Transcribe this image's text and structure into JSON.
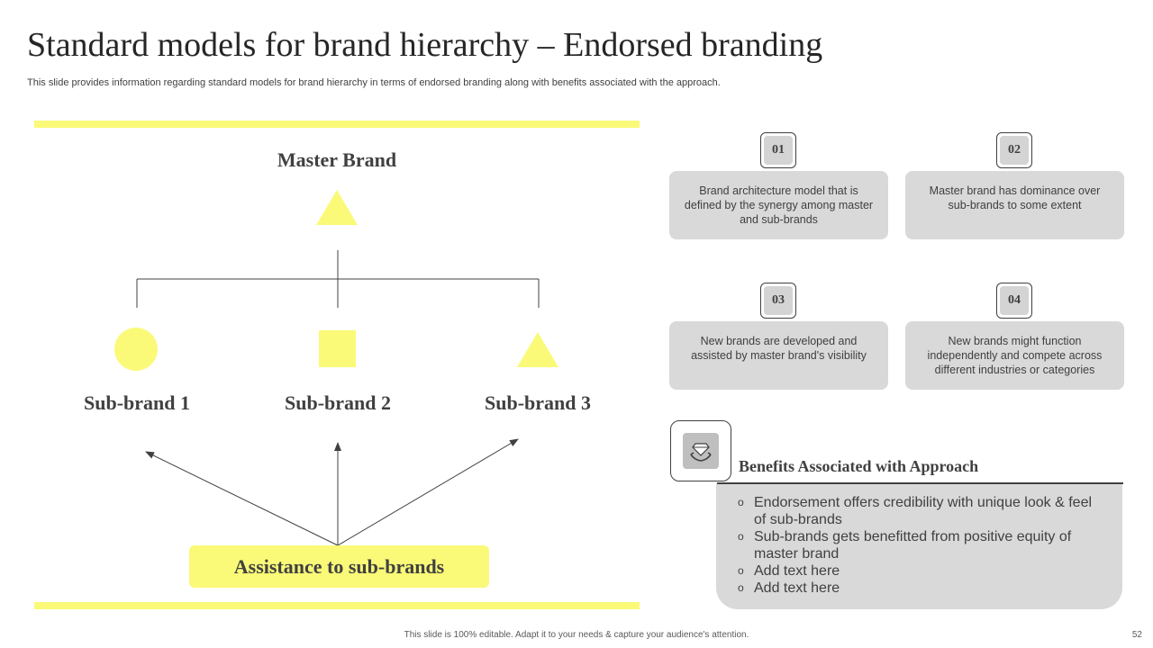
{
  "slide": {
    "title": "Standard models for brand hierarchy – Endorsed branding",
    "subtitle": "This slide provides information regarding standard models for brand hierarchy in terms of endorsed branding along with benefits associated with the approach.",
    "page_number": "52",
    "footer": "This slide is 100% editable. Adapt it to your needs & capture your audience's attention."
  },
  "diagram": {
    "master_label": "Master Brand",
    "sub_brands": [
      "Sub-brand 1",
      "Sub-brand 2",
      "Sub-brand 3"
    ],
    "assist_label": "Assistance to sub-brands",
    "shape_color": "#fafa78"
  },
  "features": [
    {
      "number": "01",
      "text": "Brand architecture model that is defined by the synergy among master and sub-brands"
    },
    {
      "number": "02",
      "text": "Master brand has dominance over sub-brands to some extent"
    },
    {
      "number": "03",
      "text": "New brands are developed and assisted by master brand's visibility"
    },
    {
      "number": "04",
      "text": "New brands might function independently and compete across different industries or categories"
    }
  ],
  "benefits": {
    "title": "Benefits Associated with Approach",
    "icon": "hands-diamond-icon",
    "items": [
      "Endorsement offers credibility with unique look & feel of sub-brands",
      "Sub-brands gets benefitted from positive equity of master brand",
      "Add text here",
      "Add text here"
    ],
    "bullet": "o"
  },
  "colors": {
    "accent_yellow": "#fafa78",
    "card_gray": "#d9d9d9",
    "text_dark": "#404040"
  }
}
